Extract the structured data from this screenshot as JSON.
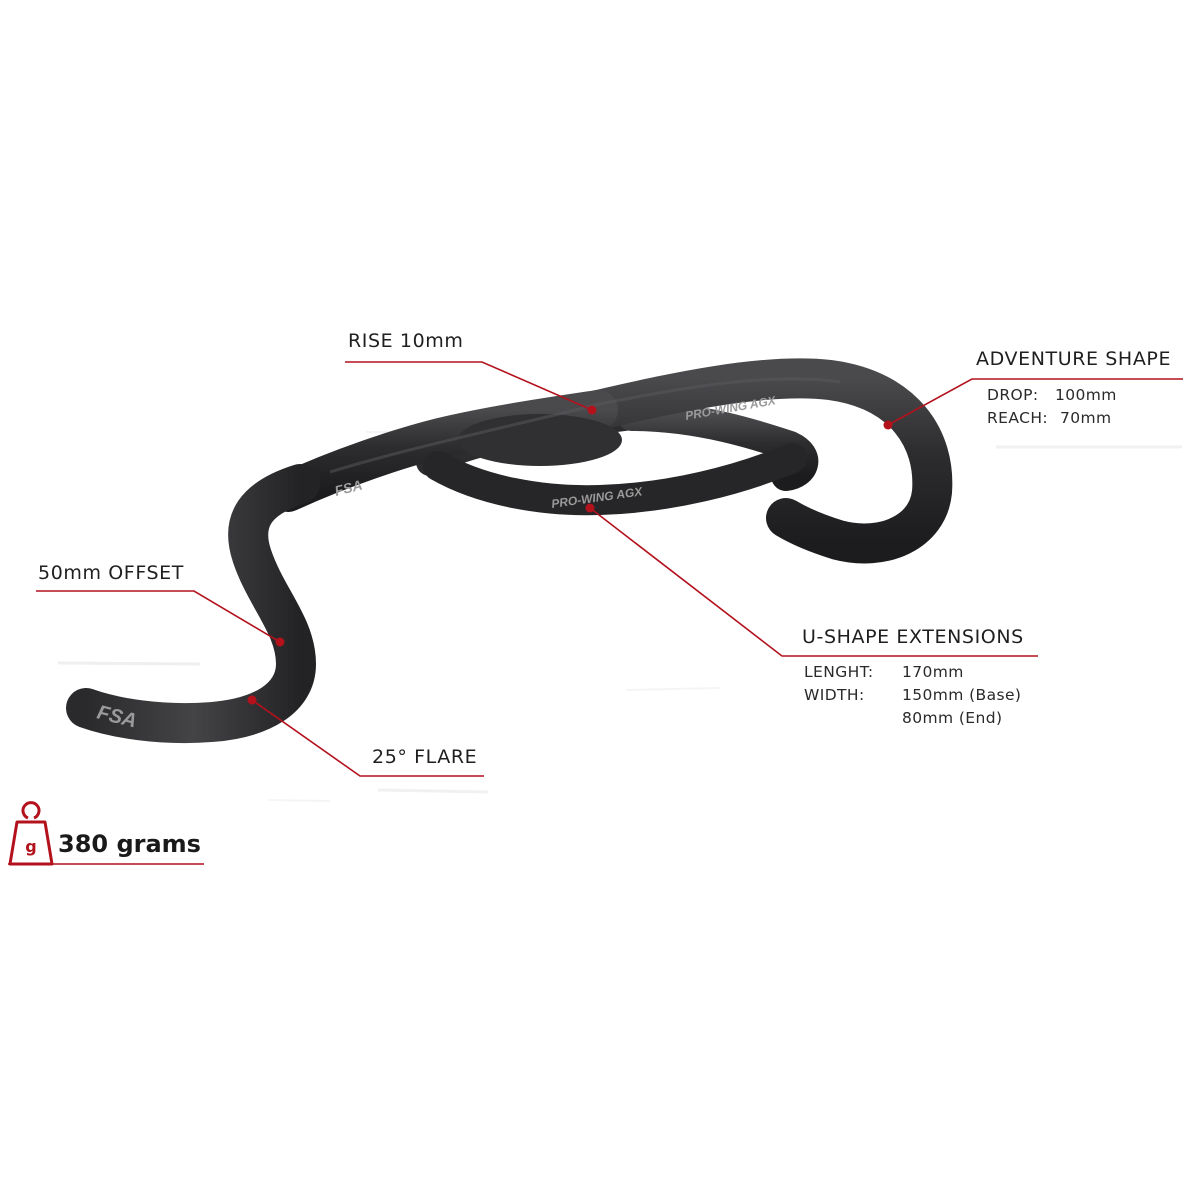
{
  "product": {
    "brand_mark": "FSA",
    "model_text": "PRO-WING AGX"
  },
  "callouts": {
    "rise": "RISE 10mm",
    "adventure_shape": "ADVENTURE SHAPE",
    "offset": "50mm OFFSET",
    "u_shape_extensions": "U-SHAPE EXTENSIONS",
    "flare": "25° FLARE"
  },
  "specs": {
    "drop_label": "DROP:",
    "drop_value": "100mm",
    "reach_label": "REACH:",
    "reach_value": "70mm",
    "length_label": "LENGHT:",
    "length_value": "170mm",
    "width_label": "WIDTH:",
    "width_value_base": "150mm (Base)",
    "width_value_end": "80mm (End)"
  },
  "weight": {
    "icon_letter": "g",
    "value": "380 grams"
  },
  "colors": {
    "accent": "#b3121d",
    "bar": "#2b2b2d",
    "bar_highlight": "#4a4a4d",
    "text": "#222222"
  },
  "icons": {
    "weight": "weight-icon"
  }
}
